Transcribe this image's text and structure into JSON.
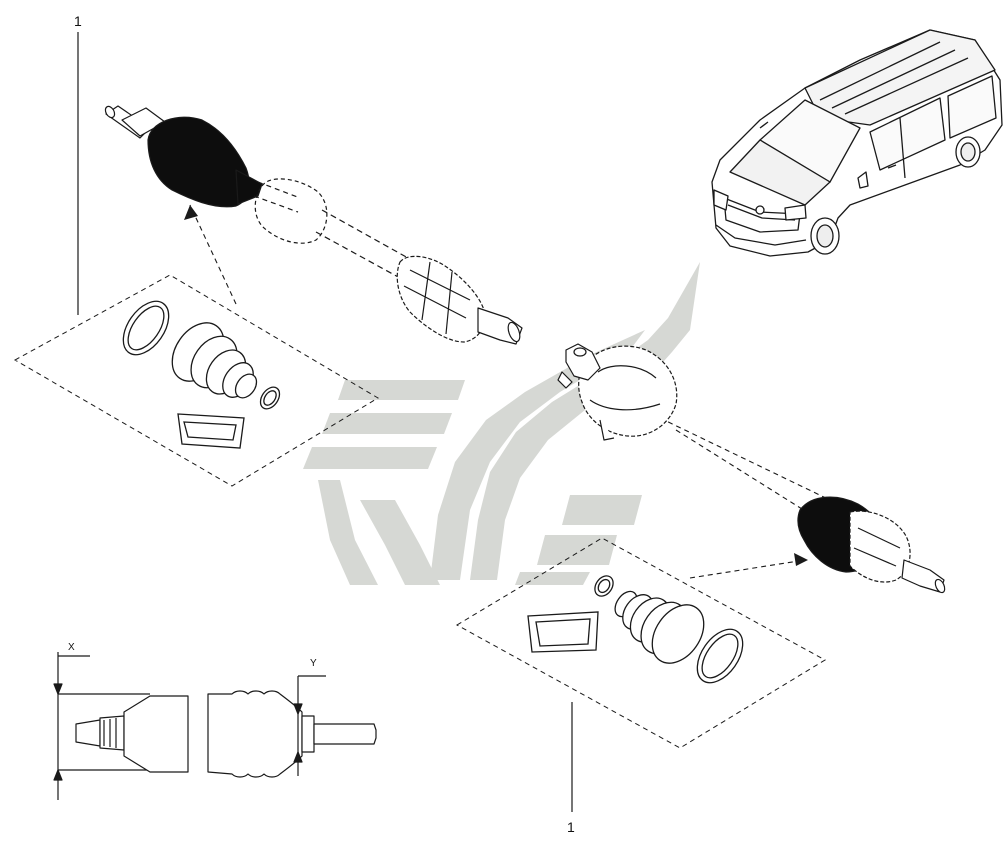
{
  "callouts": {
    "top_left": "1",
    "bottom_right": "1"
  },
  "dimension_labels": {
    "x": "X",
    "y": "Y"
  },
  "colors": {
    "line": "#1a1a1a",
    "boot_fill": "#0d0d0d",
    "watermark": "#d4d6d2",
    "background": "#ffffff"
  },
  "icons": {
    "vehicle": "van-icon",
    "watermark": "brand-logo-watermark"
  }
}
